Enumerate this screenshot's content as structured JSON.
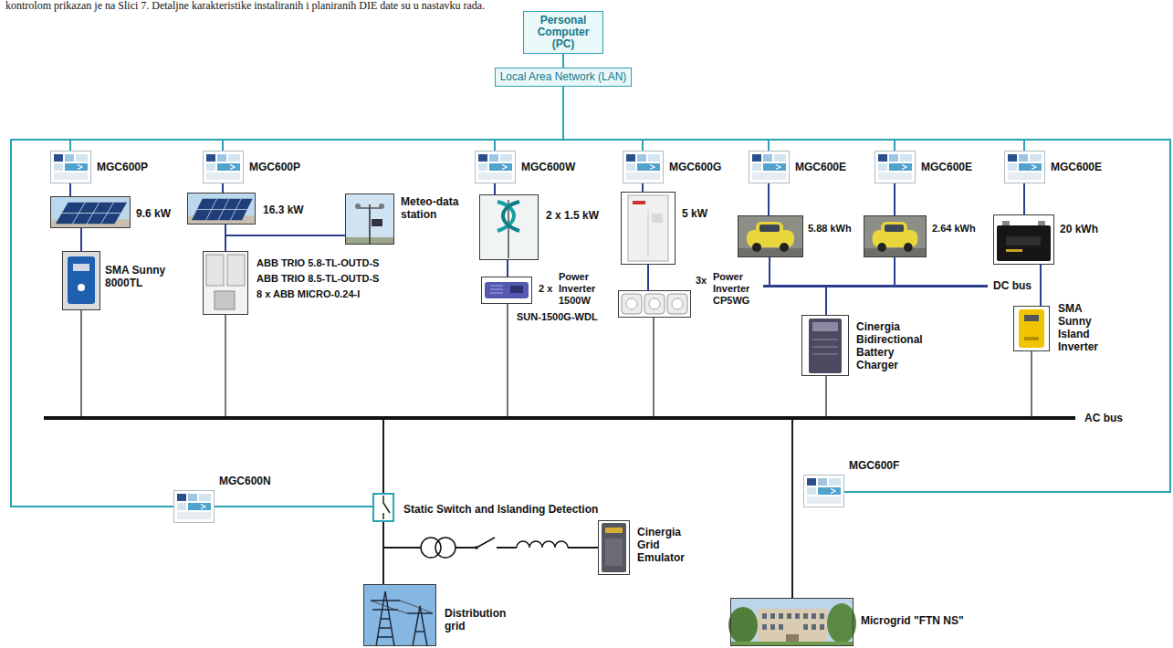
{
  "diagram": {
    "nodes": [
      {
        "text": [
          "Personal Computer (PC)"
        ]
      },
      {
        "text": [
          "Local Area Network (LAN)"
        ]
      },
      {
        "text": [
          "MGC600P"
        ]
      },
      {
        "text": [
          "MGC600P"
        ]
      },
      {
        "text": [
          "MGC600W"
        ]
      },
      {
        "text": [
          "MGC600G"
        ]
      },
      {
        "text": [
          "MGC600E"
        ]
      },
      {
        "text": [
          "MGC600E"
        ]
      },
      {
        "text": [
          "MGC600E"
        ]
      },
      {
        "text": [
          "9.6 kW"
        ]
      },
      {
        "text": [
          "16.3 kW"
        ]
      },
      {
        "text": [
          "Meteo-data station"
        ]
      },
      {
        "text": [
          "2 x 1.5 kW"
        ]
      },
      {
        "text": [
          "5 kW"
        ]
      },
      {
        "text": [
          "5.88 kWh"
        ]
      },
      {
        "text": [
          "2.64 kWh"
        ]
      },
      {
        "text": [
          "20 kWh"
        ]
      },
      {
        "text": [
          "SMA Sunny 8000TL"
        ]
      },
      {
        "text": [
          "ABB TRIO 5.8-TL-OUTD-S",
          "ABB TRIO 8.5-TL-OUTD-S",
          "8 x ABB MICRO-0.24-I"
        ]
      },
      {
        "text": [
          "2 x",
          "Power Inverter 1500W",
          "SUN-1500G-WDL"
        ]
      },
      {
        "text": [
          "3x",
          "Power Inverter CP5WG"
        ]
      },
      {
        "text": [
          "DC bus"
        ]
      },
      {
        "text": [
          "Cinergia Bidirectional Battery Charger"
        ]
      },
      {
        "text": [
          "SMA Sunny Island Inverter"
        ]
      },
      {
        "text": [
          "AC bus"
        ]
      },
      {
        "text": [
          "MGC600N"
        ]
      },
      {
        "text": [
          "Static Switch and Islanding Detection"
        ]
      },
      {
        "text": [
          "MGC600F"
        ]
      },
      {
        "text": [
          "Cinergia Grid Emulator"
        ]
      },
      {
        "text": [
          "Distribution grid"
        ]
      },
      {
        "text": [
          "Microgrid \"FTN NS\""
        ]
      }
    ],
    "edges": [
      {
        "from": 0,
        "to": 1,
        "arrow": "none"
      },
      {
        "from": 1,
        "to": 2,
        "arrow": "none"
      },
      {
        "from": 1,
        "to": 3,
        "arrow": "none"
      },
      {
        "from": 1,
        "to": 4,
        "arrow": "none"
      },
      {
        "from": 1,
        "to": 5,
        "arrow": "none"
      },
      {
        "from": 1,
        "to": 6,
        "arrow": "none"
      },
      {
        "from": 1,
        "to": 7,
        "arrow": "none"
      },
      {
        "from": 1,
        "to": 8,
        "arrow": "none"
      },
      {
        "from": 1,
        "to": 25,
        "arrow": "none"
      },
      {
        "from": 1,
        "to": 27,
        "arrow": "none"
      },
      {
        "from": 2,
        "to": 9,
        "arrow": "none"
      },
      {
        "from": 3,
        "to": 10,
        "arrow": "none"
      },
      {
        "from": 4,
        "to": 12,
        "arrow": "none"
      },
      {
        "from": 5,
        "to": 13,
        "arrow": "none"
      },
      {
        "from": 6,
        "to": 14,
        "arrow": "none"
      },
      {
        "from": 7,
        "to": 15,
        "arrow": "none"
      },
      {
        "from": 8,
        "to": 16,
        "arrow": "none"
      },
      {
        "from": 9,
        "to": 17,
        "arrow": "none"
      },
      {
        "from": 10,
        "to": 18,
        "arrow": "none"
      },
      {
        "from": 10,
        "to": 11,
        "arrow": "none"
      },
      {
        "from": 12,
        "to": 19,
        "arrow": "none"
      },
      {
        "from": 13,
        "to": 20,
        "arrow": "none"
      },
      {
        "from": 14,
        "to": 21,
        "arrow": "none"
      },
      {
        "from": 15,
        "to": 21,
        "arrow": "none"
      },
      {
        "from": 16,
        "to": 23,
        "arrow": "none"
      },
      {
        "from": 21,
        "to": 22,
        "arrow": "none"
      },
      {
        "from": 17,
        "to": 24,
        "arrow": "none"
      },
      {
        "from": 18,
        "to": 24,
        "arrow": "none"
      },
      {
        "from": 19,
        "to": 24,
        "arrow": "none"
      },
      {
        "from": 20,
        "to": 24,
        "arrow": "none"
      },
      {
        "from": 22,
        "to": 24,
        "arrow": "none"
      },
      {
        "from": 23,
        "to": 24,
        "arrow": "none"
      },
      {
        "from": 24,
        "to": 26,
        "arrow": "none"
      },
      {
        "from": 25,
        "to": 26,
        "arrow": "none"
      },
      {
        "from": 26,
        "to": 29,
        "arrow": "none"
      },
      {
        "from": 29,
        "to": 28,
        "arrow": "none"
      },
      {
        "from": 24,
        "to": 30,
        "arrow": "none"
      }
    ],
    "labels": [
      "kontrolom prikazan je na Slici 7. Detaljne karakteristike instaliranih i planiranih DIE date su u nastavku rada."
    ]
  }
}
